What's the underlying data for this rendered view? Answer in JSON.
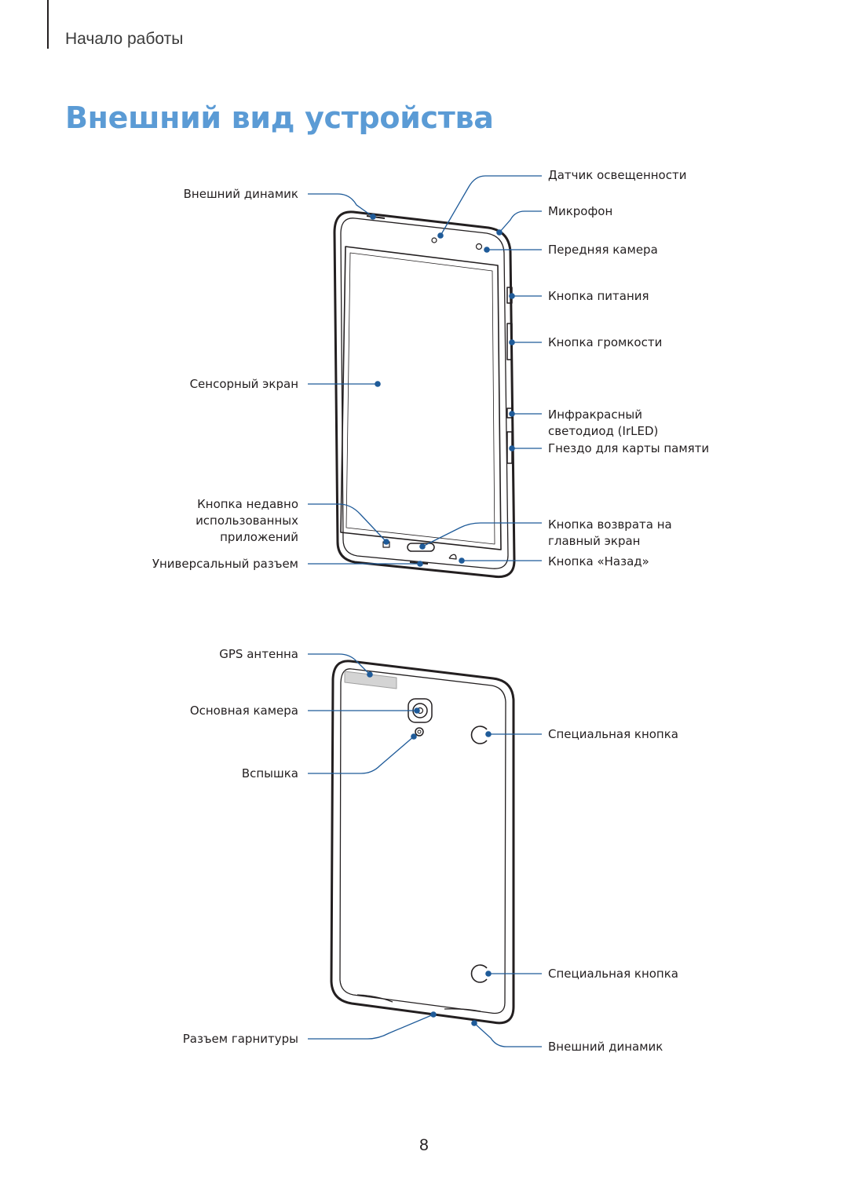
{
  "header": {
    "section": "Начало работы"
  },
  "title": "Внешний вид устройства",
  "front": {
    "left_labels": {
      "speaker": "Внешний динамик",
      "touchscreen": "Сенсорный экран",
      "recent_apps": [
        "Кнопка недавно",
        "использованных",
        "приложений"
      ],
      "usb_port": "Универсальный разъем"
    },
    "right_labels": {
      "light_sensor": "Датчик освещенности",
      "microphone": "Микрофон",
      "front_camera": "Передняя камера",
      "power_button": "Кнопка питания",
      "volume_button": "Кнопка громкости",
      "irled": [
        "Инфракрасный",
        "светодиод (IrLED)"
      ],
      "memory_slot": "Гнездо для карты памяти",
      "home_button": [
        "Кнопка возврата на",
        "главный экран"
      ],
      "back_button": "Кнопка «Назад»"
    }
  },
  "back": {
    "left_labels": {
      "gps": "GPS антенна",
      "main_camera": "Основная камера",
      "flash": "Вспышка",
      "headset_jack": "Разъем гарнитуры"
    },
    "right_labels": {
      "special_button_1": "Специальная кнопка",
      "special_button_2": "Специальная кнопка",
      "speaker": "Внешний динамик"
    }
  },
  "colors": {
    "accent": "#5b9bd5",
    "callout": "#1f5b99",
    "line": "#231f20"
  },
  "page_number": "8"
}
